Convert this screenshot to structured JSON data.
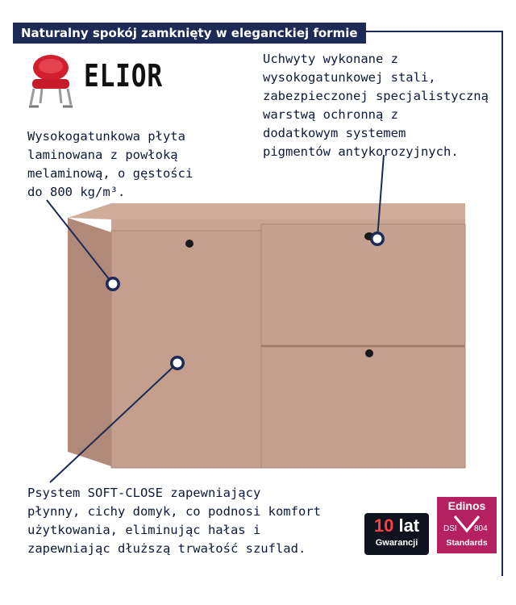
{
  "header": {
    "title": "Naturalny spokój zamknięty w eleganckiej formie"
  },
  "brand": {
    "name": "ELIOR"
  },
  "callouts": {
    "handles": "Uchwyty wykonane z\nwysokogatunkowej stali,\nzabezpieczonej specjalistyczną\nwarstwą ochronną z\ndodatkowym systemem\npigmentów antykorozyjnych.",
    "board": "Wysokogatunkowa płyta\nlaminowana z powłoką\nmelaminową, o gęstości\ndo 800 kg/m³.",
    "softclose": "Psystem SOFT-CLOSE zapewniający\npłynny, cichy domyk, co podnosi komfort\nużytkowania, eliminując hałas i\nzapewniając dłuższą trwałość szuflad."
  },
  "badges": {
    "warranty": {
      "number": "10",
      "unit": "lat",
      "label": "Gwarancji"
    },
    "edinos": {
      "title": "Edinos",
      "code_left": "DSI",
      "code_right": "804",
      "label": "Standards"
    }
  },
  "colors": {
    "navy": "#1c2a55",
    "cabinet": "#c49f8e",
    "cabinet_side": "#b08978",
    "edinos": "#b52060"
  }
}
